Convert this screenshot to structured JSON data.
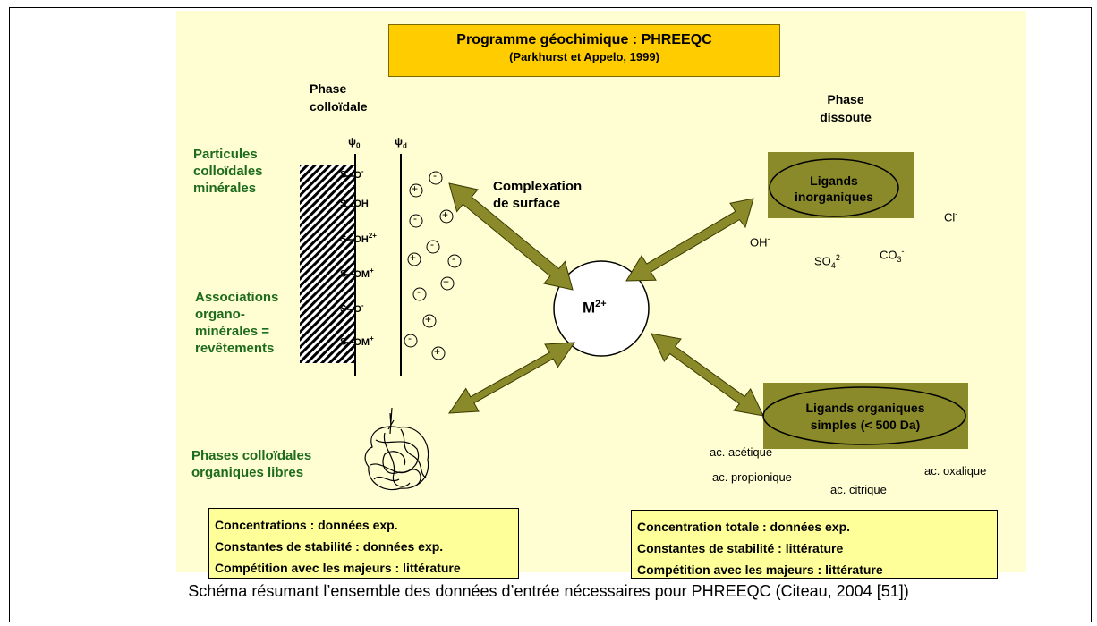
{
  "title": {
    "line1": "Programme géochimique : PHREEQC",
    "line2": "(Parkhurst et Appelo, 1999)"
  },
  "colloidal_phase": {
    "header_line1": "Phase",
    "header_line2": "colloïdale",
    "psi0": "ψ",
    "psi0_sub": "0",
    "psid": "ψ",
    "psid_sub": "d",
    "site_prefix": "S",
    "surface_groups": [
      {
        "base": "O",
        "sup": "-"
      },
      {
        "base": "OH",
        "sup": ""
      },
      {
        "base": "OH",
        "sup": "2+"
      },
      {
        "base": "OM",
        "sup": "+"
      },
      {
        "base": "O",
        "sup": "-"
      },
      {
        "base": "OM",
        "sup": "+"
      }
    ],
    "plus_sign": "+",
    "minus_sign": "-"
  },
  "labels": {
    "particles_line1": "Particules",
    "particles_line2": "colloïdales",
    "particles_line3": "minérales",
    "assoc_line1": "Associations",
    "assoc_line2": "organo-",
    "assoc_line3": "minérales =",
    "assoc_line4": "revêtements",
    "free_line1": "Phases colloïdales",
    "free_line2": "organiques libres",
    "complexation_line1": "Complexation",
    "complexation_line2": "de surface"
  },
  "metal": {
    "base": "M",
    "sup": "2+"
  },
  "dissolved_phase": {
    "header_line1": "Phase",
    "header_line2": "dissoute",
    "inorganic_line1": "Ligands",
    "inorganic_line2": "inorganiques",
    "ions": {
      "cl": {
        "base": "Cl",
        "sup": "-"
      },
      "oh": {
        "base": "OH",
        "sup": "-"
      },
      "so4": {
        "base": "SO",
        "sub": "4",
        "sup": "2-"
      },
      "co3": {
        "base": "CO",
        "sub": "3",
        "sup": "-"
      }
    },
    "organic_line1": "Ligands organiques",
    "organic_line2": "simples (< 500 Da)",
    "acids": {
      "acetic": "ac. acétique",
      "propionic": "ac. propionique",
      "citric": "ac. citrique",
      "oxalic": "ac. oxalique"
    }
  },
  "left_box": {
    "line1": "Concentrations : données exp.",
    "line2": "Constantes de stabilité : données exp.",
    "line3": "Compétition avec les majeurs : littérature"
  },
  "right_box": {
    "line1": "Concentration totale : données exp.",
    "line2": "Constantes de stabilité : littérature",
    "line3": "Compétition avec les majeurs : littérature"
  },
  "caption": "Schéma résumant l’ensemble des données d’entrée nécessaires pour PHREEQC (Citeau, 2004 [51])",
  "colors": {
    "panel": "#fefed2",
    "title_box": "#ffcc00",
    "arrow": "#8a8a2a",
    "green_text": "#1e6b1e",
    "info_box": "#ffff99"
  }
}
